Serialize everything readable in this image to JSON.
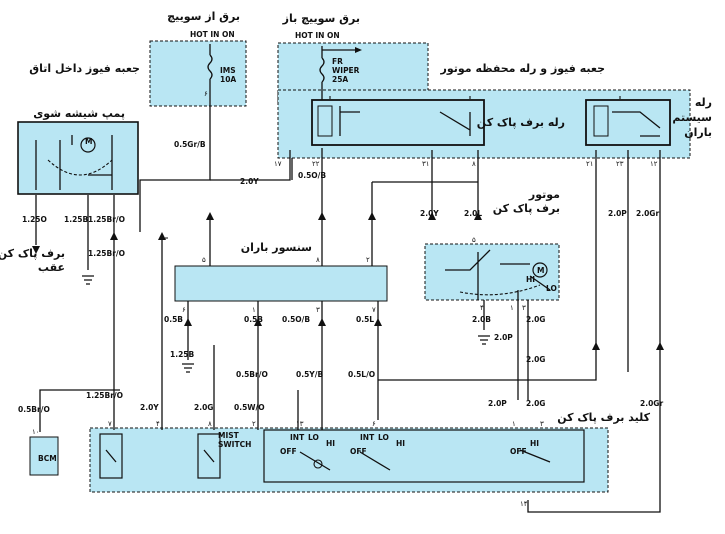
{
  "title_switch_power": "برق از سوییچ",
  "title_open_switch_power": "برق سوییچ باز",
  "indoor_fuse_box": "جعبه فیوز داخل اتاق",
  "engine_fuse_relay_box": "جعبه فیوز و رله محفظه موتور",
  "washer_pump": "پمپ شیشه شوی",
  "rear_wiper": "برف پاک کن\nعقب",
  "rain_sensor": "سنسور باران",
  "wiper_motor": "موتور\nبرف پاک کن",
  "wiper_relay": "رله برف پاک کن",
  "rain_system_relay": "رله\nسیستم\nباران",
  "wiper_switch": "کلید برف پاک کن",
  "hot_in_on_1": "HOT IN ON",
  "hot_in_on_2": "HOT IN ON",
  "fuse_ims": "IMS\n10A",
  "fuse_fr_wiper": "FR\nWIPER\n25A",
  "bcm": "BCM",
  "mist_switch": "MIST\nSWITCH",
  "motor_symbol": "M",
  "wire_labels": {
    "w05grb": "0.5Gr/B",
    "w20y_top": "2.0Y",
    "w05ob_top": "0.5O/B",
    "w20y_mid": "2.0Y",
    "w20l": "2.0L",
    "w20p_r": "2.0P",
    "w20gr_r": "2.0Gr",
    "w125o": "1.25O",
    "w125b_p": "1.25B",
    "w125bro": "1.25Br/O",
    "w125bro2": "1.25Br/O",
    "w05b_1": "0.5B",
    "w05b_2": "0.5B",
    "w05ob": "0.5O/B",
    "w05l": "0.5L",
    "w125b": "1.25B",
    "w05bro": "0.5Br/O",
    "w05yb": "0.5Y/B",
    "w05lo": "0.5L/O",
    "w125bro3": "1.25Br/O",
    "w05bro2": "0.5Br/O",
    "w20y_b": "2.0Y",
    "w20g_b": "2.0G",
    "w05wo": "0.5W/O",
    "w20b": "2.0B",
    "w20g_m": "2.0G",
    "w20p_m": "2.0P",
    "w20g_m2": "2.0G",
    "w20p_b": "2.0P",
    "w20g_b2": "2.0G",
    "w20gr_b": "2.0Gr"
  },
  "motor_labels": {
    "hi": "HI",
    "lo": "LO"
  },
  "switch_labels": {
    "int": "INT",
    "lo": "LO",
    "hi": "HI",
    "off": "OFF",
    "int2": "INT",
    "lo2": "LO",
    "hi2": "HI",
    "off2": "OFF",
    "hi3": "HI",
    "off3": "OFF"
  },
  "pins": {
    "p_ims": "۶",
    "p17": "۱۷",
    "p22": "۲۲",
    "p31": "۳۱",
    "p8": "۸",
    "p21": "۲۱",
    "p23": "۲۳",
    "p12": "۱۲",
    "rs5": "۵",
    "rs8": "۸",
    "rs2": "۲",
    "rs6": "۶",
    "rs1": "۱",
    "rs3": "۳",
    "rs7": "۷",
    "m5": "۵",
    "m4": "۴",
    "m1": "۱",
    "m3": "۳",
    "ws7": "۷",
    "ws4": "۴",
    "ws8": "۸",
    "ws2": "۲",
    "ws13": "۱۳",
    "ws6": "۶",
    "ws1": "۱",
    "ws3": "۳",
    "ws14": "۱۴",
    "bcm10": "۱۰"
  }
}
